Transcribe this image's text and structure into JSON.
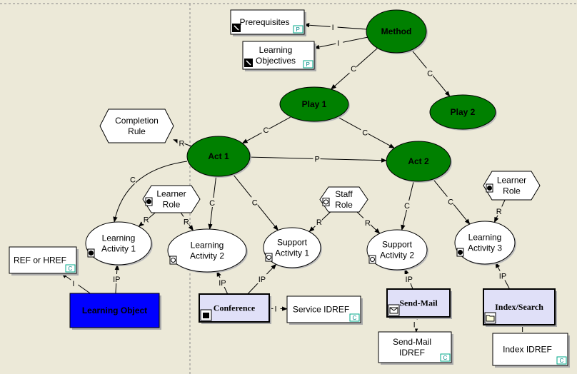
{
  "colors": {
    "background": "#ece9d8",
    "green": "#008000",
    "blue": "#0000ff",
    "service": "#e0e0f8",
    "white": "#ffffff"
  },
  "nodes": [
    {
      "id": "method",
      "label": [
        "Method"
      ],
      "shape": "green-ellipse"
    },
    {
      "id": "play1",
      "label": [
        "Play 1"
      ],
      "shape": "green-ellipse"
    },
    {
      "id": "play2",
      "label": [
        "Play 2"
      ],
      "shape": "green-ellipse"
    },
    {
      "id": "act1",
      "label": [
        "Act 1"
      ],
      "shape": "green-ellipse"
    },
    {
      "id": "act2",
      "label": [
        "Act 2"
      ],
      "shape": "green-ellipse"
    },
    {
      "id": "prereq",
      "label": [
        "Prerequisites"
      ],
      "shape": "box",
      "badge": "P"
    },
    {
      "id": "objectives",
      "label": [
        "Learning",
        "Objectives"
      ],
      "shape": "box",
      "badge": "P"
    },
    {
      "id": "completion",
      "label": [
        "Completion",
        "Rule"
      ],
      "shape": "hexagon"
    },
    {
      "id": "lrole1",
      "label": [
        "Learner",
        "Role"
      ],
      "shape": "hexagon"
    },
    {
      "id": "staffrole",
      "label": [
        "Staff",
        "Role"
      ],
      "shape": "hexagon"
    },
    {
      "id": "lrole2",
      "label": [
        "Learner",
        "Role"
      ],
      "shape": "hexagon"
    },
    {
      "id": "la1",
      "label": [
        "Learning",
        "Activity 1"
      ],
      "shape": "white-ellipse"
    },
    {
      "id": "la2",
      "label": [
        "Learning",
        "Activity 2"
      ],
      "shape": "white-ellipse"
    },
    {
      "id": "sa1",
      "label": [
        "Support",
        "Activity 1"
      ],
      "shape": "white-ellipse"
    },
    {
      "id": "sa2",
      "label": [
        "Support",
        "Activity 2"
      ],
      "shape": "white-ellipse"
    },
    {
      "id": "la3",
      "label": [
        "Learning",
        "Activity 3"
      ],
      "shape": "white-ellipse"
    },
    {
      "id": "ref",
      "label": [
        "REF or HREF"
      ],
      "shape": "box",
      "badge": "C"
    },
    {
      "id": "lo",
      "label": [
        "Learning Object"
      ],
      "shape": "blue-box"
    },
    {
      "id": "conf",
      "label": [
        "Conference"
      ],
      "shape": "service",
      "icon": "phone-icon"
    },
    {
      "id": "servid",
      "label": [
        "Service IDREF"
      ],
      "shape": "box",
      "badge": "C"
    },
    {
      "id": "mail",
      "label": [
        "Send-Mail"
      ],
      "shape": "service",
      "icon": "envelope-icon"
    },
    {
      "id": "mailid",
      "label": [
        "Send-Mail",
        "IDREF"
      ],
      "shape": "box",
      "badge": "C"
    },
    {
      "id": "search",
      "label": [
        "Index/Search"
      ],
      "shape": "service",
      "icon": "folder-icon"
    },
    {
      "id": "indexid",
      "label": [
        "Index IDREF"
      ],
      "shape": "box",
      "badge": "C"
    }
  ],
  "edges": [
    {
      "from": "method",
      "to": "prereq",
      "label": "I"
    },
    {
      "from": "method",
      "to": "objectives",
      "label": "I"
    },
    {
      "from": "method",
      "to": "play1",
      "label": "C"
    },
    {
      "from": "method",
      "to": "play2",
      "label": "C"
    },
    {
      "from": "play1",
      "to": "act1",
      "label": "C"
    },
    {
      "from": "play1",
      "to": "act2",
      "label": "C"
    },
    {
      "from": "act1",
      "to": "act2",
      "label": "P"
    },
    {
      "from": "act1",
      "to": "completion",
      "label": "R"
    },
    {
      "from": "act1",
      "to": "la1",
      "label": "C"
    },
    {
      "from": "act1",
      "to": "la2",
      "label": "C"
    },
    {
      "from": "act1",
      "to": "sa1",
      "label": "C"
    },
    {
      "from": "act2",
      "to": "sa2",
      "label": "C"
    },
    {
      "from": "act2",
      "to": "la3",
      "label": "C"
    },
    {
      "from": "lrole1",
      "to": "la1",
      "label": "R"
    },
    {
      "from": "lrole1",
      "to": "la2",
      "label": "R"
    },
    {
      "from": "staffrole",
      "to": "sa1",
      "label": "R"
    },
    {
      "from": "staffrole",
      "to": "sa2",
      "label": "R"
    },
    {
      "from": "lrole2",
      "to": "la3",
      "label": "R"
    },
    {
      "from": "lo",
      "to": "ref",
      "label": "I"
    },
    {
      "from": "lo",
      "to": "la1",
      "label": "IP"
    },
    {
      "from": "conf",
      "to": "la2",
      "label": "IP"
    },
    {
      "from": "conf",
      "to": "sa1",
      "label": "IP"
    },
    {
      "from": "conf",
      "to": "servid",
      "label": "I"
    },
    {
      "from": "mail",
      "to": "sa2",
      "label": "IP"
    },
    {
      "from": "mail",
      "to": "mailid",
      "label": "I"
    },
    {
      "from": "search",
      "to": "la3",
      "label": "IP"
    },
    {
      "from": "search",
      "to": "indexid",
      "label": "I"
    }
  ]
}
